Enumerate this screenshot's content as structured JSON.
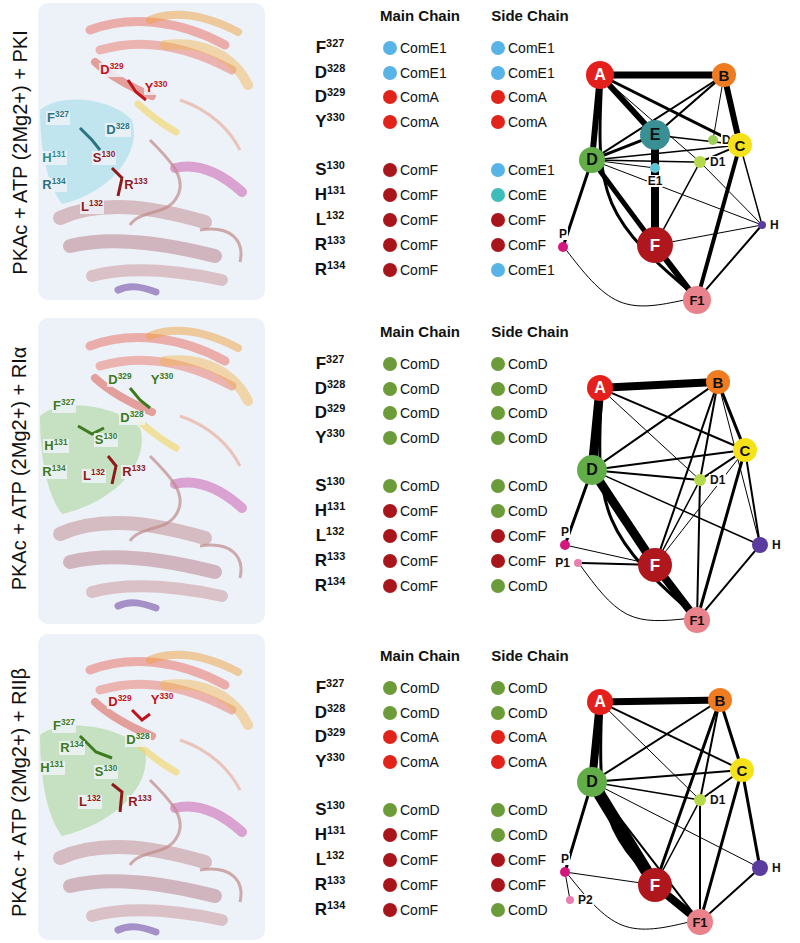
{
  "diagram": {
    "nodes": [
      {
        "text": [
          "A"
        ]
      },
      {
        "text": [
          "B"
        ]
      },
      {
        "text": [
          "E"
        ]
      },
      {
        "text": [
          "D2"
        ]
      },
      {
        "text": [
          "C"
        ]
      },
      {
        "text": [
          "D"
        ]
      },
      {
        "text": [
          "D1"
        ]
      },
      {
        "text": [
          "E1"
        ]
      },
      {
        "text": [
          "H"
        ]
      },
      {
        "text": [
          "P"
        ]
      },
      {
        "text": [
          "F"
        ]
      },
      {
        "text": [
          "F1"
        ]
      },
      {
        "text": [
          "A"
        ]
      },
      {
        "text": [
          "B"
        ]
      },
      {
        "text": [
          "C"
        ]
      },
      {
        "text": [
          "D"
        ]
      },
      {
        "text": [
          "D1"
        ]
      },
      {
        "text": [
          "H"
        ]
      },
      {
        "text": [
          "P"
        ]
      },
      {
        "text": [
          "P1"
        ]
      },
      {
        "text": [
          "F"
        ]
      },
      {
        "text": [
          "F1"
        ]
      },
      {
        "text": [
          "A"
        ]
      },
      {
        "text": [
          "B"
        ]
      },
      {
        "text": [
          "C"
        ]
      },
      {
        "text": [
          "D"
        ]
      },
      {
        "text": [
          "D1"
        ]
      },
      {
        "text": [
          "H"
        ]
      },
      {
        "text": [
          "P"
        ]
      },
      {
        "text": [
          "P2"
        ]
      },
      {
        "text": [
          "F"
        ]
      },
      {
        "text": [
          "F1"
        ]
      }
    ],
    "edges": [
      {
        "from": 0,
        "to": 1,
        "arrow": "none"
      },
      {
        "from": 0,
        "to": 2,
        "arrow": "none"
      },
      {
        "from": 0,
        "to": 5,
        "arrow": "none"
      },
      {
        "from": 0,
        "to": 4,
        "arrow": "none"
      },
      {
        "from": 0,
        "to": 11,
        "arrow": "none"
      },
      {
        "from": 0,
        "to": 6,
        "arrow": "none"
      },
      {
        "from": 1,
        "to": 4,
        "arrow": "none"
      },
      {
        "from": 1,
        "to": 2,
        "arrow": "none"
      },
      {
        "from": 1,
        "to": 5,
        "arrow": "none"
      },
      {
        "from": 1,
        "to": 3,
        "arrow": "none"
      },
      {
        "from": 2,
        "to": 10,
        "arrow": "none"
      },
      {
        "from": 2,
        "to": 5,
        "arrow": "none"
      },
      {
        "from": 2,
        "to": 7,
        "arrow": "none"
      },
      {
        "from": 2,
        "to": 4,
        "arrow": "none"
      },
      {
        "from": 5,
        "to": 4,
        "arrow": "none"
      },
      {
        "from": 5,
        "to": 6,
        "arrow": "none"
      },
      {
        "from": 5,
        "to": 7,
        "arrow": "none"
      },
      {
        "from": 5,
        "to": 10,
        "arrow": "none"
      },
      {
        "from": 5,
        "to": 11,
        "arrow": "none"
      },
      {
        "from": 5,
        "to": 8,
        "arrow": "none"
      },
      {
        "from": 4,
        "to": 11,
        "arrow": "none"
      },
      {
        "from": 4,
        "to": 6,
        "arrow": "none"
      },
      {
        "from": 4,
        "to": 8,
        "arrow": "none"
      },
      {
        "from": 6,
        "to": 10,
        "arrow": "none"
      },
      {
        "from": 6,
        "to": 8,
        "arrow": "none"
      },
      {
        "from": 10,
        "to": 11,
        "arrow": "none"
      },
      {
        "from": 10,
        "to": 8,
        "arrow": "none"
      },
      {
        "from": 11,
        "to": 8,
        "arrow": "none"
      },
      {
        "from": 9,
        "to": 5,
        "arrow": "none"
      },
      {
        "from": 9,
        "to": 11,
        "arrow": "none"
      },
      {
        "from": 12,
        "to": 13,
        "arrow": "none"
      },
      {
        "from": 12,
        "to": 15,
        "arrow": "none"
      },
      {
        "from": 12,
        "to": 14,
        "arrow": "none"
      },
      {
        "from": 12,
        "to": 21,
        "arrow": "none"
      },
      {
        "from": 12,
        "to": 16,
        "arrow": "none"
      },
      {
        "from": 13,
        "to": 14,
        "arrow": "none"
      },
      {
        "from": 13,
        "to": 15,
        "arrow": "none"
      },
      {
        "from": 13,
        "to": 16,
        "arrow": "none"
      },
      {
        "from": 13,
        "to": 20,
        "arrow": "none"
      },
      {
        "from": 13,
        "to": 17,
        "arrow": "none"
      },
      {
        "from": 15,
        "to": 14,
        "arrow": "none"
      },
      {
        "from": 15,
        "to": 16,
        "arrow": "none"
      },
      {
        "from": 15,
        "to": 20,
        "arrow": "none"
      },
      {
        "from": 15,
        "to": 21,
        "arrow": "none"
      },
      {
        "from": 15,
        "to": 17,
        "arrow": "none"
      },
      {
        "from": 14,
        "to": 16,
        "arrow": "none"
      },
      {
        "from": 14,
        "to": 17,
        "arrow": "none"
      },
      {
        "from": 14,
        "to": 21,
        "arrow": "none"
      },
      {
        "from": 14,
        "to": 20,
        "arrow": "none"
      },
      {
        "from": 16,
        "to": 20,
        "arrow": "none"
      },
      {
        "from": 16,
        "to": 21,
        "arrow": "none"
      },
      {
        "from": 20,
        "to": 21,
        "arrow": "none"
      },
      {
        "from": 17,
        "to": 21,
        "arrow": "none"
      },
      {
        "from": 18,
        "to": 15,
        "arrow": "none"
      },
      {
        "from": 18,
        "to": 20,
        "arrow": "none"
      },
      {
        "from": 19,
        "to": 20,
        "arrow": "none"
      },
      {
        "from": 19,
        "to": 21,
        "arrow": "none"
      },
      {
        "from": 22,
        "to": 23,
        "arrow": "none"
      },
      {
        "from": 22,
        "to": 25,
        "arrow": "none"
      },
      {
        "from": 22,
        "to": 24,
        "arrow": "none"
      },
      {
        "from": 22,
        "to": 31,
        "arrow": "none"
      },
      {
        "from": 22,
        "to": 26,
        "arrow": "none"
      },
      {
        "from": 23,
        "to": 24,
        "arrow": "none"
      },
      {
        "from": 23,
        "to": 25,
        "arrow": "none"
      },
      {
        "from": 23,
        "to": 26,
        "arrow": "none"
      },
      {
        "from": 23,
        "to": 30,
        "arrow": "none"
      },
      {
        "from": 25,
        "to": 24,
        "arrow": "none"
      },
      {
        "from": 25,
        "to": 26,
        "arrow": "none"
      },
      {
        "from": 25,
        "to": 30,
        "arrow": "none"
      },
      {
        "from": 25,
        "to": 31,
        "arrow": "none"
      },
      {
        "from": 25,
        "to": 27,
        "arrow": "none"
      },
      {
        "from": 24,
        "to": 26,
        "arrow": "none"
      },
      {
        "from": 24,
        "to": 27,
        "arrow": "none"
      },
      {
        "from": 24,
        "to": 31,
        "arrow": "none"
      },
      {
        "from": 26,
        "to": 30,
        "arrow": "none"
      },
      {
        "from": 26,
        "to": 31,
        "arrow": "none"
      },
      {
        "from": 30,
        "to": 31,
        "arrow": "none"
      },
      {
        "from": 27,
        "to": 31,
        "arrow": "none"
      },
      {
        "from": 28,
        "to": 25,
        "arrow": "none"
      },
      {
        "from": 28,
        "to": 30,
        "arrow": "none"
      },
      {
        "from": 28,
        "to": 29,
        "arrow": "none"
      },
      {
        "from": 28,
        "to": 31,
        "arrow": "none"
      }
    ],
    "labels": [
      "PKAc + ATP (2Mg2+) + PKI",
      "D329",
      "Y330",
      "F327",
      "D328",
      "H131",
      "S130",
      "R134",
      "R133",
      "L132",
      "Main Chain",
      "Side Chain",
      "F327",
      "ComE1",
      "ComE1",
      "D328",
      "ComE1",
      "ComE1",
      "D329",
      "ComA",
      "ComA",
      "Y330",
      "ComA",
      "ComA",
      "S130",
      "ComF",
      "ComE1",
      "H131",
      "ComF",
      "ComE",
      "L132",
      "ComF",
      "ComF",
      "R133",
      "ComF",
      "ComF",
      "R134",
      "ComF",
      "ComE1",
      "PKAc + ATP (2Mg2+) + RIα",
      "D329",
      "Y330",
      "F327",
      "D328",
      "S130",
      "H131",
      "R134",
      "L132",
      "R133",
      "Main Chain",
      "Side Chain",
      "F327",
      "ComD",
      "ComD",
      "D328",
      "ComD",
      "ComD",
      "D329",
      "ComD",
      "ComD",
      "Y330",
      "ComD",
      "ComD",
      "S130",
      "ComD",
      "ComD",
      "H131",
      "ComF",
      "ComD",
      "L132",
      "ComF",
      "ComF",
      "R133",
      "ComF",
      "ComF",
      "R134",
      "ComF",
      "ComD",
      "PKAc + ATP (2Mg2+) + RIIβ",
      "D329",
      "Y330",
      "F327",
      "D328",
      "R134",
      "H131",
      "S130",
      "L132",
      "R133",
      "Main Chain",
      "Side Chain",
      "F327",
      "ComD",
      "ComD",
      "D328",
      "ComD",
      "ComD",
      "D329",
      "ComA",
      "ComA",
      "Y330",
      "ComA",
      "ComA",
      "S130",
      "ComD",
      "ComD",
      "H131",
      "ComF",
      "ComD",
      "L132",
      "ComF",
      "ComF",
      "R133",
      "ComF",
      "ComF",
      "R134",
      "ComF",
      "ComD"
    ]
  }
}
